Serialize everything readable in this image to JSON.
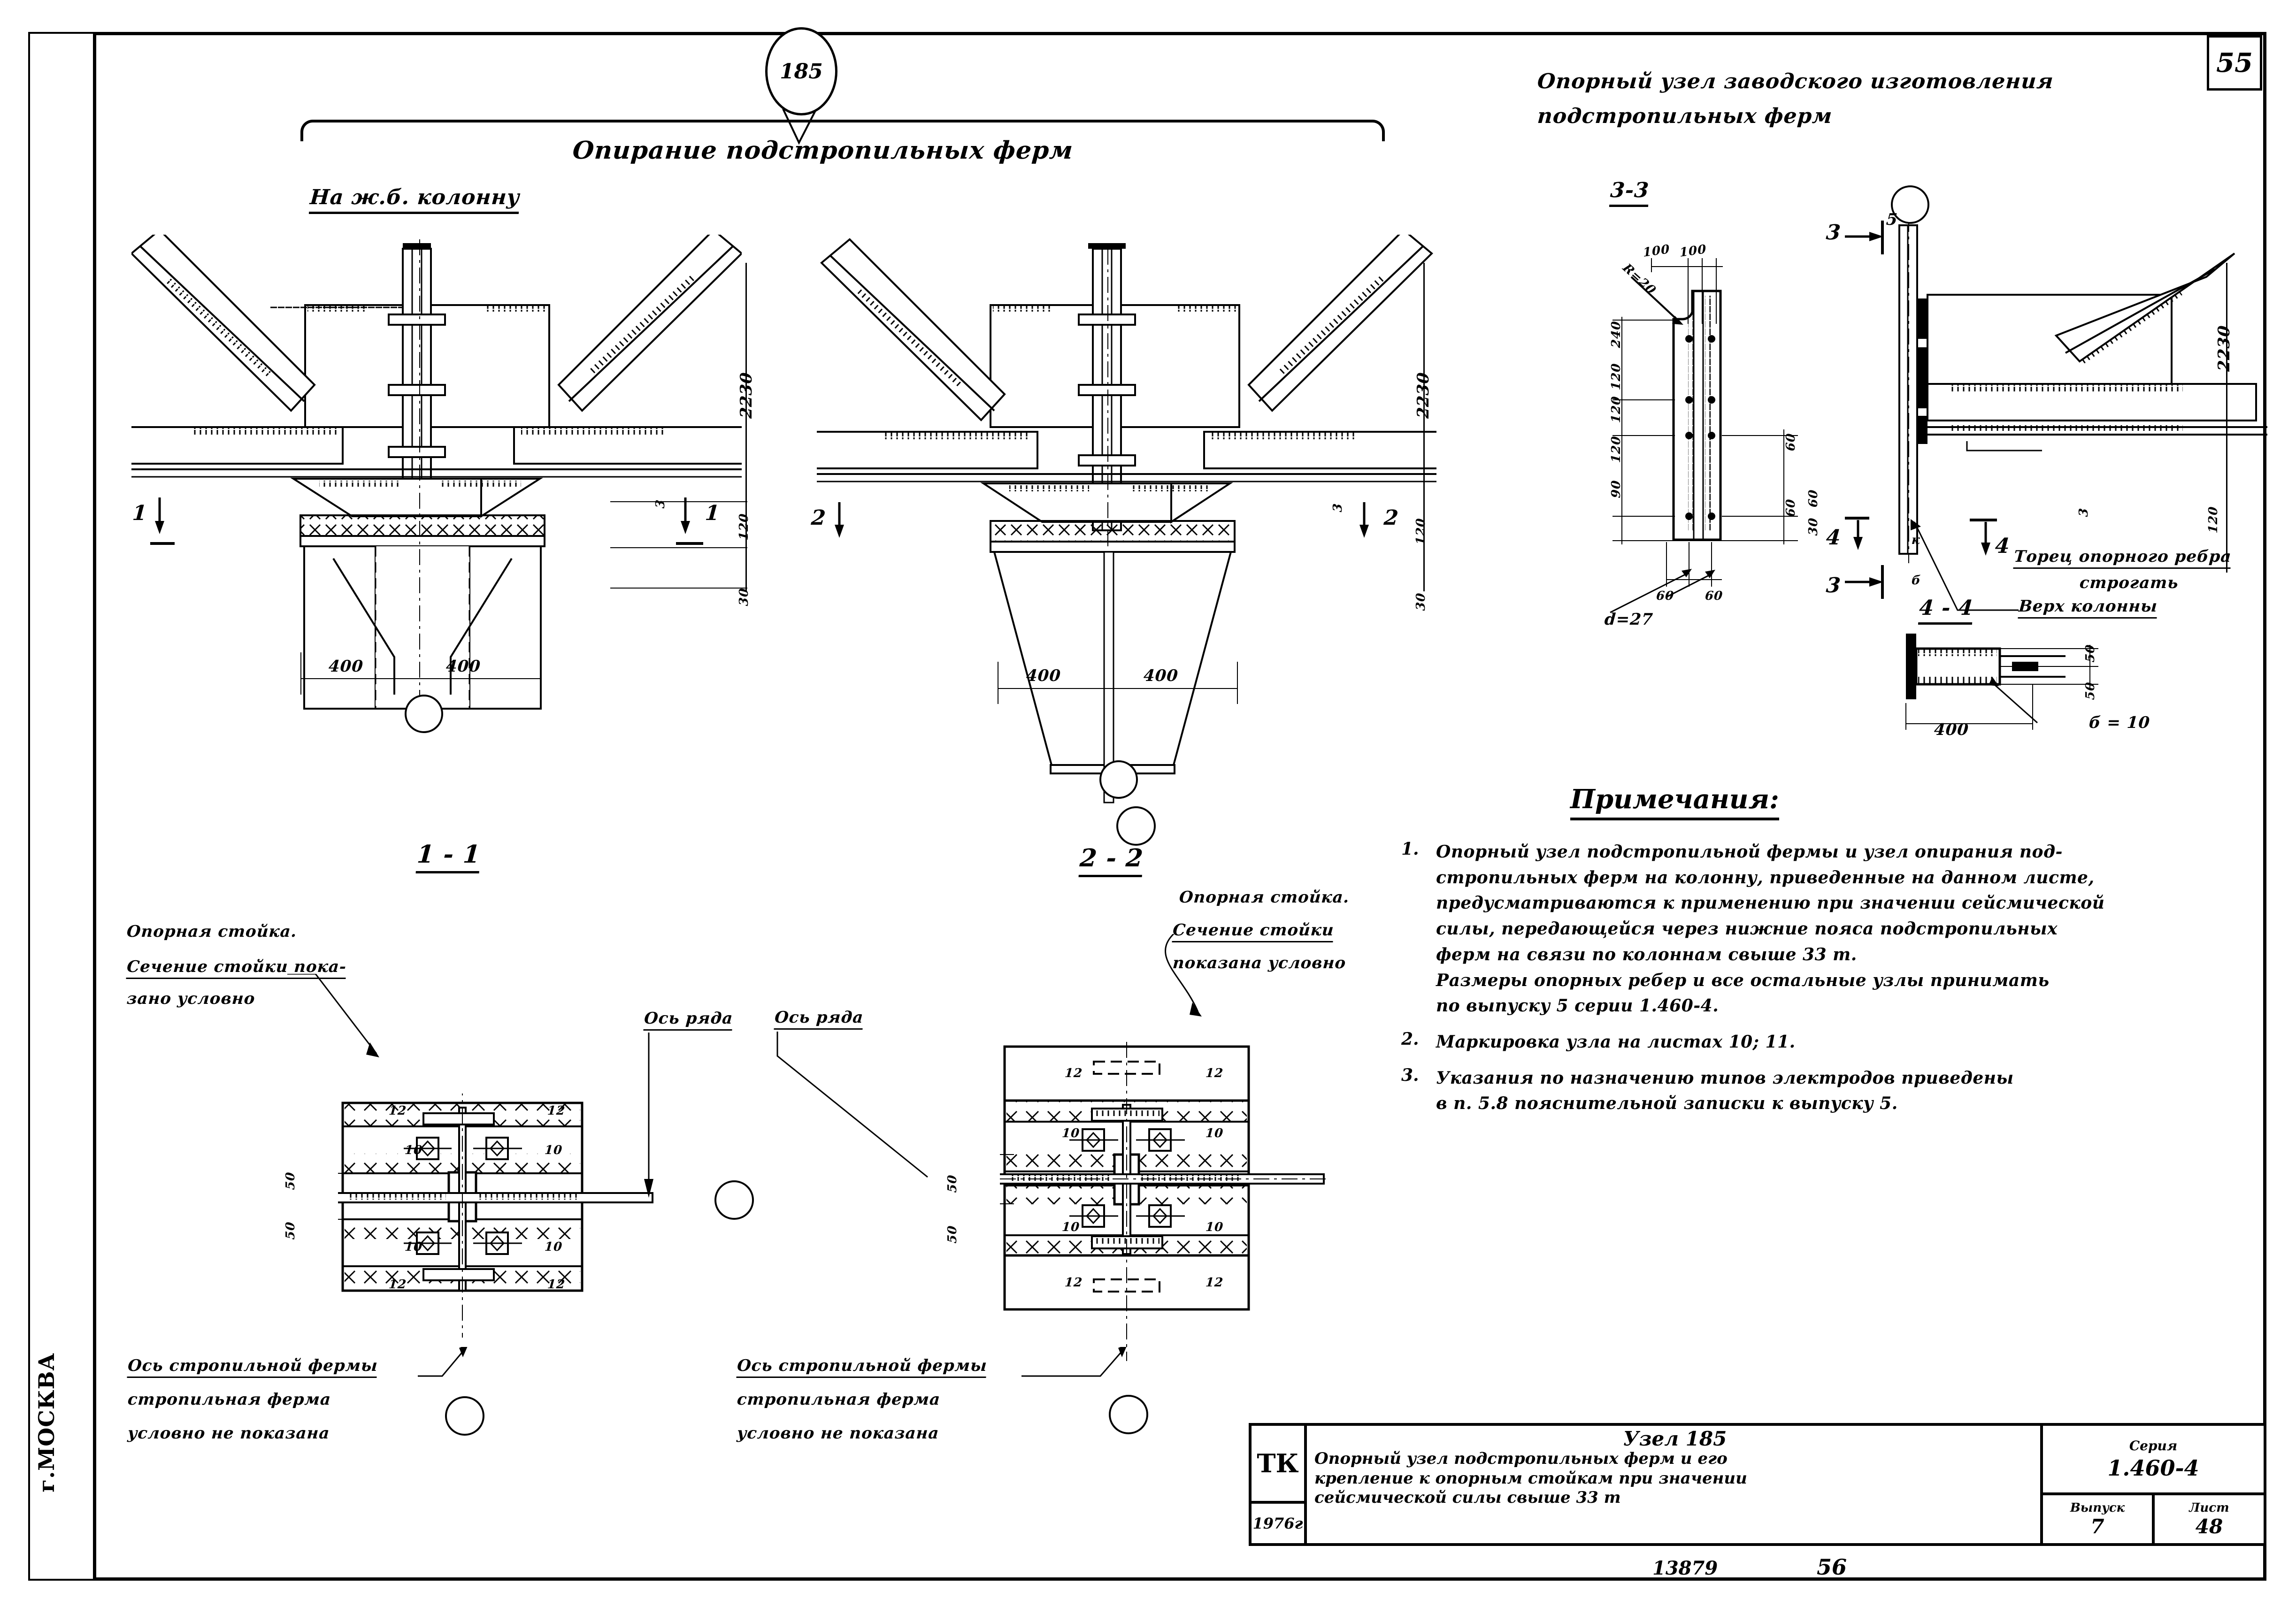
{
  "sheet": {
    "sheet_number": "55",
    "city_stamp": "г.МОСКВА",
    "bottom_code": "13879",
    "bottom_page": "56"
  },
  "header": {
    "node_balloon": "185",
    "main_title": "Опирание   подстропильных   ферм",
    "right_title_line1": "Опорный узел заводского изготовления",
    "right_title_line2": "подстропильных  ферм"
  },
  "views": {
    "elev_left_title": "На ж.б. колонну",
    "section_3_3": "3-3",
    "section_1_1": "1 - 1",
    "section_2_2": "2 - 2",
    "section_4_4": "4 - 4"
  },
  "dimensions": {
    "elev_left": {
      "height": "2230",
      "plate_thk": "120",
      "grout": "30",
      "gap": "3",
      "half_width_left": "400",
      "half_width_right": "400",
      "mark_left": "1",
      "mark_right": "1"
    },
    "elev_mid": {
      "height": "2230",
      "plate_thk": "120",
      "grout": "30",
      "gap": "3",
      "half_width_left": "400",
      "half_width_right": "400",
      "mark_left": "2",
      "mark_right": "2"
    },
    "sec33": {
      "top_a": "100",
      "top_b": "100",
      "radius": "R=20",
      "v240": "240",
      "v120a": "120",
      "v120b": "120",
      "v120c": "120",
      "v90": "90",
      "bot_left": "60",
      "bot_right": "60",
      "right_60a": "60",
      "right_60b": "60",
      "right_30": "30",
      "right_60c": "60",
      "hole": "d=27"
    },
    "elev_right": {
      "height": "2230",
      "plate_thk": "120",
      "gap": "3",
      "mark_5": "5",
      "mark_3_top": "3",
      "mark_3_bot": "3",
      "mark_4_top": "4",
      "mark_4_bot": "4",
      "k": "к",
      "delta": "б"
    },
    "sec44": {
      "len": "400",
      "e50a": "50",
      "e50b": "50",
      "thk": "б = 10"
    },
    "sec11": {
      "e50a": "50",
      "e50b": "50",
      "weld_10": "10",
      "weld_12": "12"
    },
    "sec22": {
      "e50a": "50",
      "e50b": "50",
      "weld_10": "10",
      "weld_12": "12"
    }
  },
  "annotations": {
    "torec_line1": "Торец опорного ребра",
    "torec_line2": "строгать",
    "verh_kolonny": "Верх  колонны",
    "sec11_stoika_l1": "Опорная  стойка.",
    "sec11_stoika_l2": "Сечение стойки пока-",
    "sec11_stoika_l3": "зано  условно",
    "sec11_os_ryada": "Ось ряда",
    "sec11_os_fermy_l1": "Ось стропильной фермы",
    "sec11_os_fermy_l2": "стропильная  ферма",
    "sec11_os_fermy_l3": "условно  не  показана",
    "sec22_stoika_l1": "Опорная  стойка.",
    "sec22_stoika_l2": "Сечение стойки",
    "sec22_stoika_l3": "показана условно",
    "sec22_os_ryada": "Ось ряда",
    "sec22_os_fermy_l1": "Ось стропильной фермы",
    "sec22_os_fermy_l2": "стропильная  ферма",
    "sec22_os_fermy_l3": "условно  не  показана"
  },
  "notes": {
    "title": "Примечания:",
    "items": [
      {
        "index": "1.",
        "lines": [
          "Опорный  узел  подстропильной  фермы  и узел  опирания  под-",
          "стропильных  ферм  на колонну,  приведенные  на данном  листе,",
          "предусматриваются   к применению   при значении  сейсмической",
          "силы,  передающейся   через  нижние  пояса  подстропильных",
          "ферм  на связи   по колоннам   свыше  33 т.",
          "Размеры   опорных  ребер  и все  остальные  узлы  принимать",
          "по выпуску  5  серии  1.460-4."
        ]
      },
      {
        "index": "2.",
        "lines": [
          "Маркировка  узла   на  листах  10; 11."
        ]
      },
      {
        "index": "3.",
        "lines": [
          "Указания  по назначению   типов  электродов  приведены",
          "в п. 5.8  пояснительной   записки   к  выпуску 5."
        ]
      }
    ]
  },
  "title_block": {
    "org": "ТК",
    "year": "1976г",
    "node_title": "Узел 185",
    "desc_line1": "Опорный  узел  подстропильных  ферм  и его",
    "desc_line2": "крепление  к опорным  стойкам при значении",
    "desc_line3": "сейсмической  силы  свыше  33 т",
    "series_label": "Серия",
    "series_value": "1.460-4",
    "issue_label": "Выпуск",
    "issue_value": "7",
    "sheet_label": "Лист",
    "sheet_value": "48"
  }
}
